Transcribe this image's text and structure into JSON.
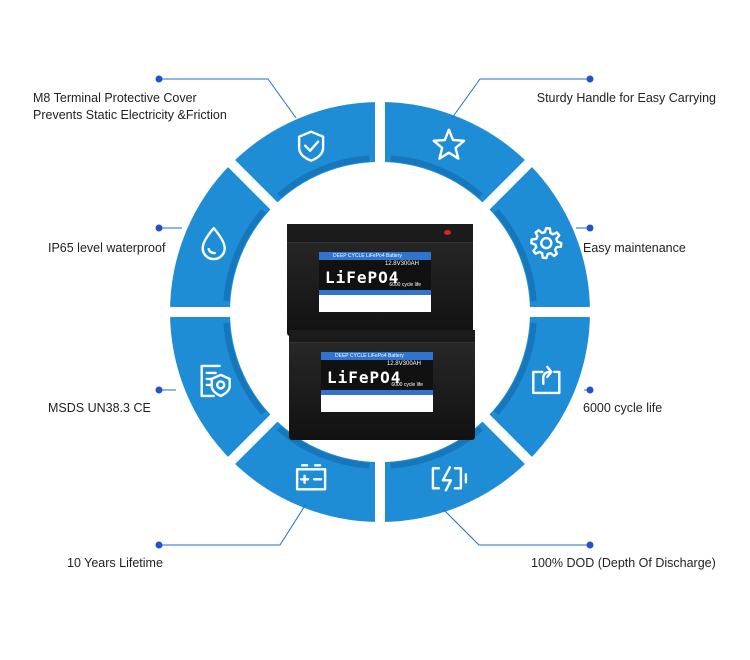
{
  "colors": {
    "ring": "#1e8dd6",
    "ring_shadow": "#1677bd",
    "leader": "#1f6fc7",
    "dot": "#2452c9",
    "text": "#222222"
  },
  "features": [
    {
      "label": "M8 Terminal Protective Cover",
      "label2": "Prevents Static Electricity &Friction",
      "icon": "shield-check-icon"
    },
    {
      "label": "Sturdy Handle for Easy Carrying",
      "icon": "star-icon"
    },
    {
      "label": "IP65 level waterproof",
      "icon": "water-drop-icon"
    },
    {
      "label": "Easy maintenance",
      "icon": "gear-icon"
    },
    {
      "label": "MSDS UN38.3 CE",
      "icon": "certificate-shield-icon"
    },
    {
      "label": "6000 cycle life",
      "icon": "cycle-arrow-icon"
    },
    {
      "label": "10 Years Lifetime",
      "icon": "battery-icon"
    },
    {
      "label": "100% DOD (Depth Of Discharge)",
      "icon": "charging-battery-icon"
    }
  ],
  "battery": {
    "header": "DEEP CYCLE LiFePo4 Battery",
    "spec": "12.8V300AH",
    "chemistry": "LiFePO4",
    "cycle": "6000 cycle life"
  }
}
